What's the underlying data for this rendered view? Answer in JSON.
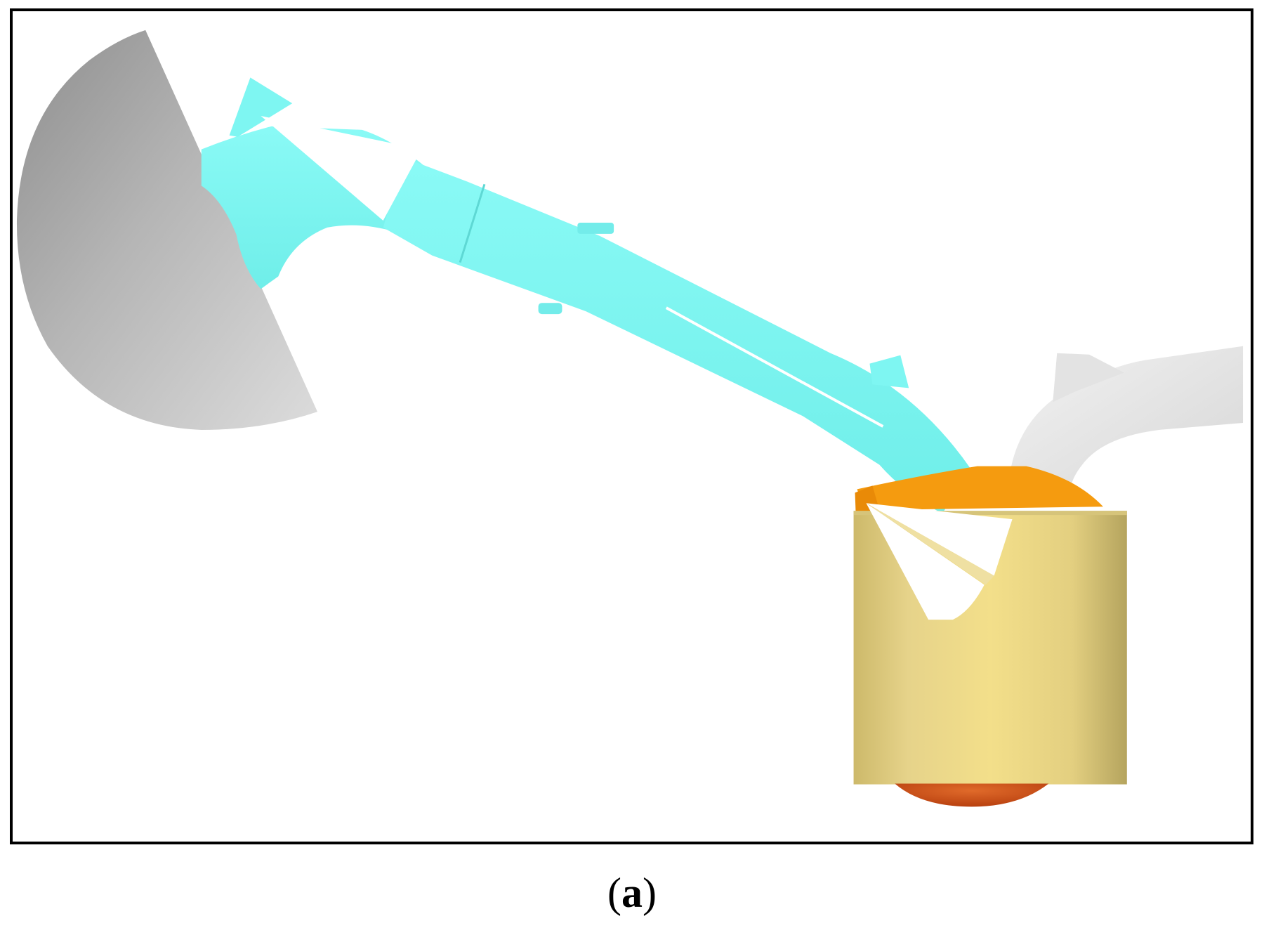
{
  "caption": {
    "open_paren": "(",
    "letter": "a",
    "close_paren": ")"
  },
  "colors": {
    "frame": "#000000",
    "plenum_sphere": "#b8b8b8",
    "intake_runner": "#7ef6f2",
    "injector_spray": "#ffffff",
    "combustion_chamber_head": "#f39c12",
    "cylinder": "#e9d586",
    "piston": "#d35400",
    "exhaust_port": "#e6e6e6"
  },
  "components": [
    {
      "name": "plenum-sphere",
      "color_key": "plenum_sphere"
    },
    {
      "name": "intake-runner",
      "color_key": "intake_runner"
    },
    {
      "name": "port-injector-spray",
      "color_key": "injector_spray"
    },
    {
      "name": "combustion-chamber-head",
      "color_key": "combustion_chamber_head"
    },
    {
      "name": "direct-injector-spray",
      "color_key": "injector_spray"
    },
    {
      "name": "cylinder",
      "color_key": "cylinder"
    },
    {
      "name": "piston",
      "color_key": "piston"
    },
    {
      "name": "exhaust-port",
      "color_key": "exhaust_port"
    }
  ]
}
